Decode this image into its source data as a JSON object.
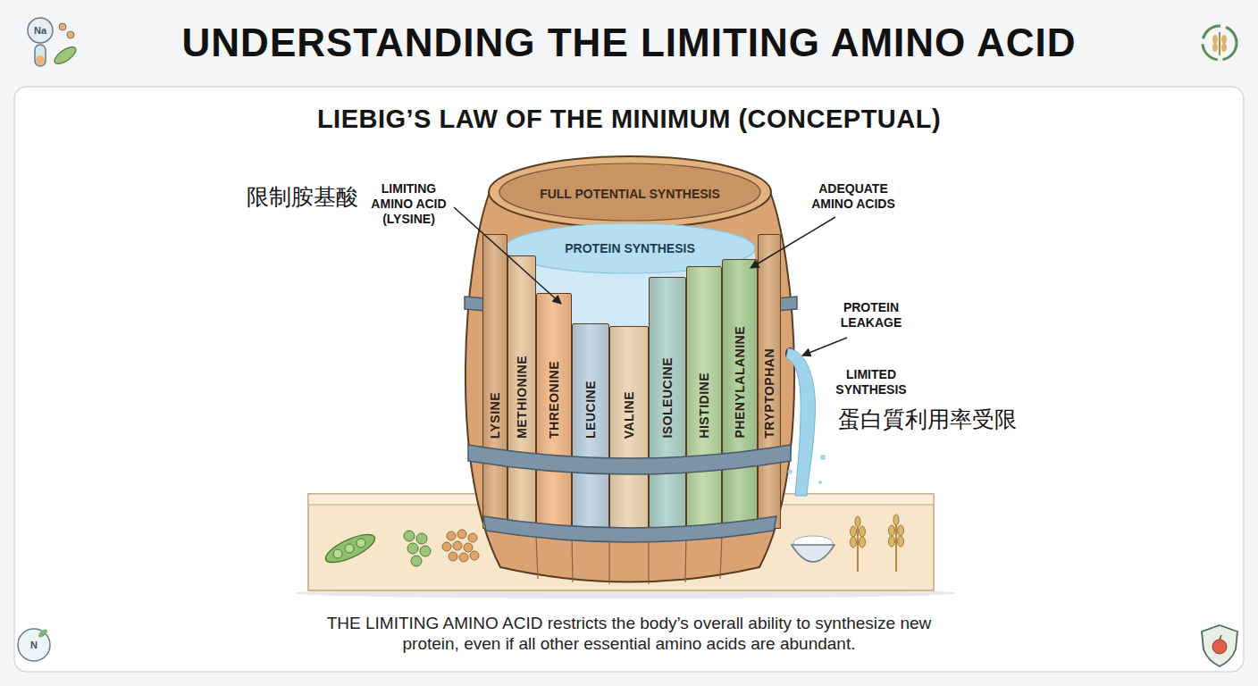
{
  "diagram": {
    "title": "UNDERSTANDING THE LIMITING AMINO ACID",
    "caption": "THE LIMITING AMINO ACID restricts the body’s overall ability to synthesize new protein, even if all other essential amino acids are abundant.",
    "nodes": [
      {
        "text": [
          "LYSINE"
        ]
      },
      {
        "text": [
          "METHIONINE"
        ]
      },
      {
        "text": [
          "THREONINE"
        ]
      },
      {
        "text": [
          "LEUCINE"
        ]
      },
      {
        "text": [
          "VALINE"
        ]
      },
      {
        "text": [
          "ISOLEUCINE"
        ]
      },
      {
        "text": [
          "HISTIDINE"
        ]
      },
      {
        "text": [
          "PHENYLALANINE"
        ]
      },
      {
        "text": [
          "TRYPTOPHAN"
        ]
      }
    ],
    "labels": [
      "Na",
      "LIEBIG’S LAW OF THE MINIMUM (CONCEPTUAL)",
      "限制胺基酸",
      "LIMITING AMINO ACID (LYSINE)",
      "FULL POTENTIAL SYNTHESIS",
      "ADEQUATE AMINO ACIDS",
      "PROTEIN SYNTHESIS",
      "PROTEIN LEAKAGE",
      "LIMITED SYNTHESIS",
      "蛋白質利用率受限",
      "N"
    ]
  }
}
